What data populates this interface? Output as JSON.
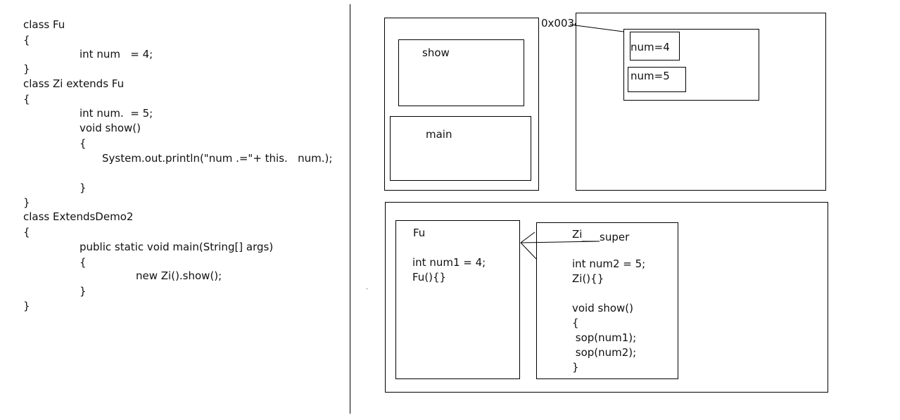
{
  "code": {
    "lines": [
      "class Fu",
      "{",
      "int num   = 4;",
      "}",
      "class Zi extends Fu",
      "{",
      "int num.  = 5;",
      "void show()",
      "{",
      "System.out.println(\"num .=\"+ this.   num.);",
      "}",
      "}",
      "class ExtendsDemo2",
      "{",
      "public static void main(String[] args)",
      "{",
      "new Zi().show();",
      "}",
      "}"
    ]
  },
  "stack": {
    "show_frame": "show",
    "main_frame": "main"
  },
  "heap": {
    "address": "0x0034",
    "field_fu": "num=4",
    "field_zi": "num=5"
  },
  "method_area": {
    "fu": {
      "title": "Fu",
      "lines": [
        "int num1 = 4;",
        "Fu(){}"
      ]
    },
    "zi": {
      "title": "Zi",
      "super_label": "super",
      "lines": [
        "int num2 = 5;",
        "Zi(){}",
        "",
        "void show()",
        "{",
        " sop(num1);",
        " sop(num2);",
        "}"
      ]
    }
  }
}
